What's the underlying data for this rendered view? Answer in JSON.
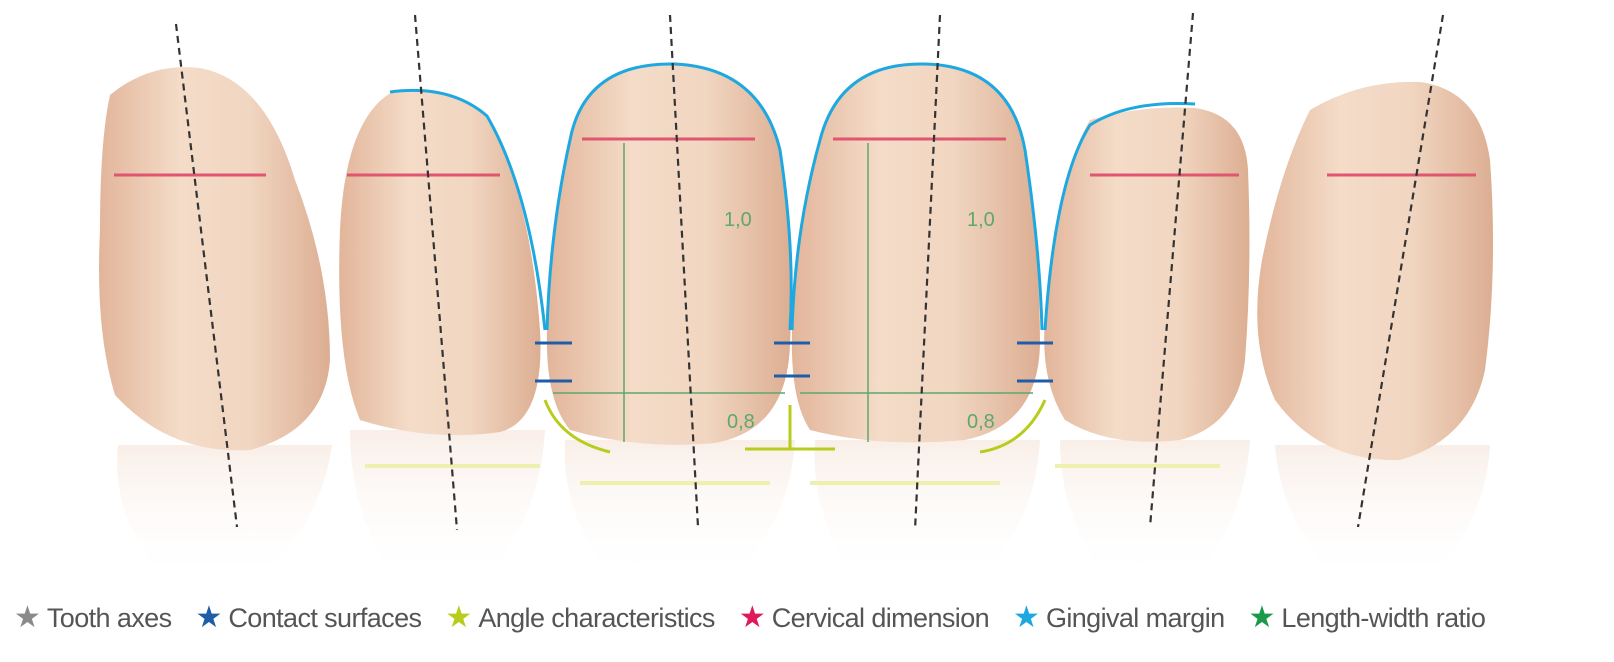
{
  "ratio_labels": {
    "left_length": "1,0",
    "left_width": "0,8",
    "right_length": "1,0",
    "right_width": "0,8"
  },
  "colors": {
    "tooth_axes": "#8a8a8a",
    "contact_surfaces": "#1f5da8",
    "angle_characteristics": "#b8cc1e",
    "cervical_dimension": "#e0185e",
    "gingival_margin": "#1fa8e0",
    "length_width_ratio": "#1a9a48"
  },
  "legend": [
    {
      "label": "Tooth axes",
      "icon": "star-icon",
      "color": "#8a8a8a"
    },
    {
      "label": "Contact surfaces",
      "icon": "star-icon",
      "color": "#1f5da8"
    },
    {
      "label": "Angle characteristics",
      "icon": "star-icon",
      "color": "#b8cc1e"
    },
    {
      "label": "Cervical dimension",
      "icon": "star-icon",
      "color": "#e0185e"
    },
    {
      "label": "Gingival margin",
      "icon": "star-icon",
      "color": "#1fa8e0"
    },
    {
      "label": "Length-width ratio",
      "icon": "star-icon",
      "color": "#1a9a48"
    }
  ]
}
